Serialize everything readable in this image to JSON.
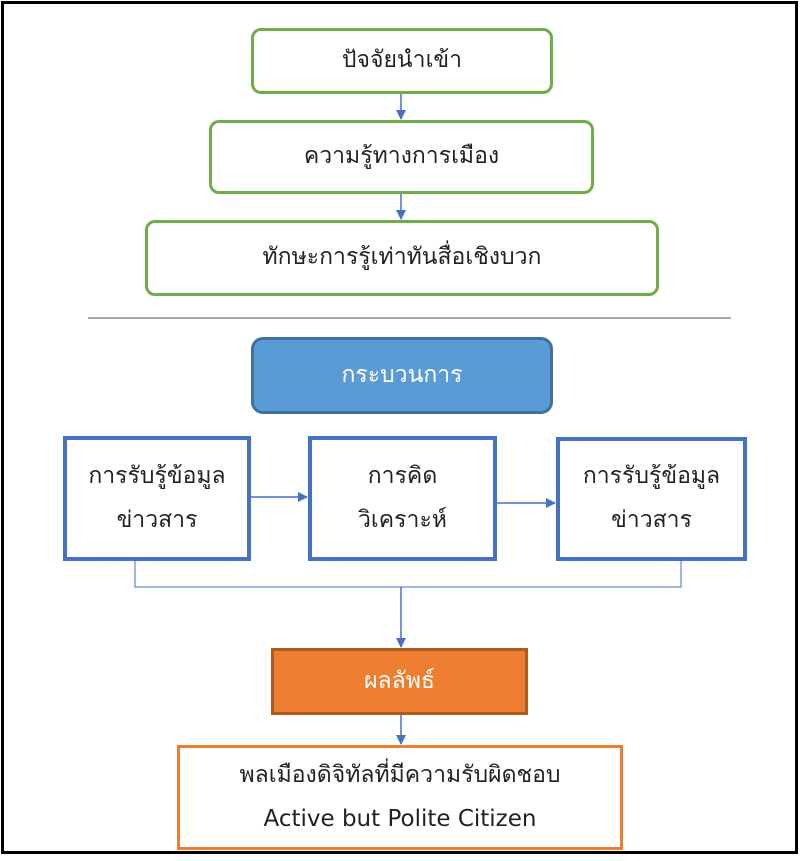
{
  "inputs": {
    "box1": "ปัจจัยนำเข้า",
    "box2": "ความรู้ทางการเมือง",
    "box3": "ทักษะการรู้เท่าทันสื่อเชิงบวก"
  },
  "process": {
    "header": "กระบวนการ",
    "steps": [
      {
        "line1": "การรับรู้ข้อมูล",
        "line2": "ข่าวสาร"
      },
      {
        "line1": "การคิด",
        "line2": "วิเคราะห์"
      },
      {
        "line1": "การรับรู้ข้อมูล",
        "line2": "ข่าวสาร"
      }
    ]
  },
  "output": {
    "header": "ผลลัพธ์",
    "line1": "พลเมืองดิจิทัลที่มีความรับผิดชอบ",
    "line2": "Active but Polite Citizen"
  },
  "colors": {
    "green": "#70ad47",
    "blue": "#5b9bd5",
    "process_border": "#4472c4",
    "orange": "#ed7d31",
    "arrow": "#4472c4"
  }
}
